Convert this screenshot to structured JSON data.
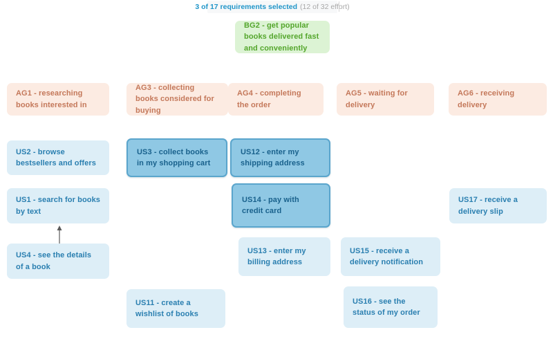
{
  "status_bar": {
    "selected_text": "3 of 17 requirements selected",
    "effort_text": "(12 of 32 effort)"
  },
  "colors": {
    "goal_bg": "#dcf3d4",
    "goal_text": "#54a62c",
    "activity_bg": "#fcebe2",
    "activity_text": "#c4785a",
    "story_bg": "#ddeef7",
    "story_text": "#2a7fb0",
    "story_selected_bg": "#8fc8e4",
    "story_selected_border": "#5aa5cc",
    "story_selected_text": "#19618c",
    "status_selected_text": "#2196c9",
    "status_effort_text": "#a8a8a8"
  },
  "cards": {
    "BG2": {
      "label": "BG2 - get popular books delivered fast and conveniently",
      "type": "goal",
      "selected": false
    },
    "AG1": {
      "label": "AG1 - researching books interested in",
      "type": "activity",
      "selected": false
    },
    "AG3": {
      "label": "AG3 - collecting books considered for buying",
      "type": "activity",
      "selected": false
    },
    "AG4": {
      "label": "AG4 - completing the order",
      "type": "activity",
      "selected": false
    },
    "AG5": {
      "label": "AG5 - waiting for delivery",
      "type": "activity",
      "selected": false
    },
    "AG6": {
      "label": "AG6 - receiving delivery",
      "type": "activity",
      "selected": false
    },
    "US2": {
      "label": "US2 - browse bestsellers and offers",
      "type": "story",
      "selected": false
    },
    "US3": {
      "label": "US3 - collect books in my shopping cart",
      "type": "story",
      "selected": true
    },
    "US12": {
      "label": "US12 - enter my shipping address",
      "type": "story",
      "selected": true
    },
    "US1": {
      "label": "US1 - search for books by text",
      "type": "story",
      "selected": false
    },
    "US14": {
      "label": "US14 - pay with credit card",
      "type": "story",
      "selected": true
    },
    "US17": {
      "label": "US17 - receive a delivery slip",
      "type": "story",
      "selected": false
    },
    "US4": {
      "label": "US4 - see the details of a book",
      "type": "story",
      "selected": false
    },
    "US13": {
      "label": "US13 - enter my billing address",
      "type": "story",
      "selected": false
    },
    "US15": {
      "label": "US15 - receive a delivery notification",
      "type": "story",
      "selected": false
    },
    "US11": {
      "label": "US11 - create a wishlist of books",
      "type": "story",
      "selected": false
    },
    "US16": {
      "label": "US16 - see the status of my order",
      "type": "story",
      "selected": false
    }
  },
  "arrow": {
    "from": "US4",
    "to": "US1"
  }
}
